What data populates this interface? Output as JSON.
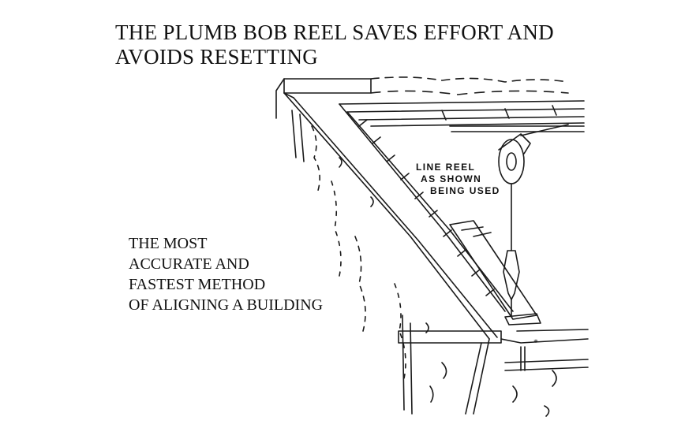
{
  "title": {
    "line1": "THE PLUMB BOB REEL SAVES EFFORT AND",
    "line2": "AVOIDS RESETTING"
  },
  "caption": {
    "line1": "THE MOST",
    "line2": "ACCURATE AND",
    "line3": "FASTEST METHOD",
    "line4": "OF ALIGNING A BUILDING"
  },
  "reel_label": {
    "line1": "LINE REEL",
    "line2": "AS SHOWN",
    "line3": "BEING USED"
  },
  "marker": "*"
}
